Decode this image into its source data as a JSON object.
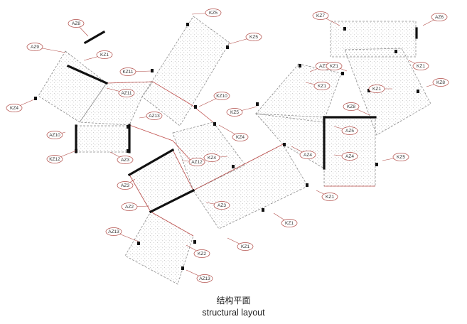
{
  "labels": [
    "AZ8",
    "KZ5",
    "KZ5",
    "AZ9",
    "KZ1",
    "KZ11",
    "AZ11",
    "KZ4",
    "KZ10",
    "AZ13",
    "KZ5",
    "AZ10",
    "KZ12",
    "KZ4",
    "AZ3",
    "AZ12",
    "KZ4",
    "AZ4",
    "AZ3",
    "AZ2",
    "AZ3",
    "AZ13",
    "KZ2",
    "KZ1",
    "AZ13",
    "KZ1",
    "KZ1",
    "KZ7",
    "AZ6",
    "AZ7",
    "KZ1",
    "KZ8",
    "KZ1",
    "KZ1",
    "KZ8",
    "AZ5",
    "AZ4",
    "KZ5",
    "KZ1"
  ],
  "caption_zh": "结构平面",
  "caption_en": "structural layout"
}
